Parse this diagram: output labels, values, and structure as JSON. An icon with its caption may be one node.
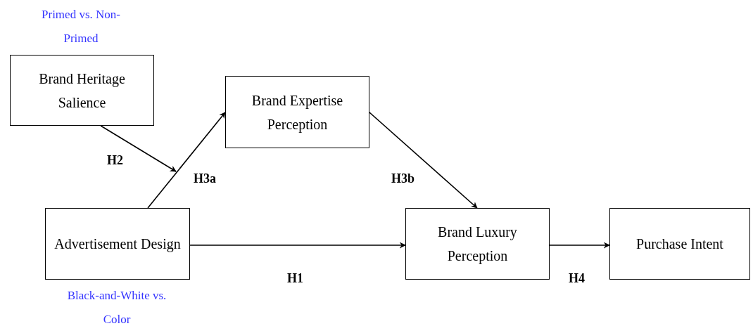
{
  "diagram": {
    "nodes": [
      {
        "text": [
          "Brand Heritage Salience"
        ],
        "beside": [
          "Primed vs. Non-Primed"
        ]
      },
      {
        "text": [
          "Brand Expertise Perception"
        ]
      },
      {
        "text": [
          "Advertisement Design"
        ],
        "beside": [
          "Black-and-White vs. Color"
        ]
      },
      {
        "text": [
          "Brand Luxury Perception"
        ]
      },
      {
        "text": [
          "Purchase Intent"
        ]
      }
    ],
    "edges": [
      {
        "from": 0,
        "to": null,
        "arrow": "to",
        "label": "H2"
      },
      {
        "from": 2,
        "to": 1,
        "arrow": "to",
        "label": "H3a"
      },
      {
        "from": 1,
        "to": 3,
        "arrow": "to",
        "label": "H3b"
      },
      {
        "from": 2,
        "to": 3,
        "arrow": "to",
        "label": "H1"
      },
      {
        "from": 3,
        "to": 4,
        "arrow": "to",
        "label": "H4"
      }
    ]
  }
}
